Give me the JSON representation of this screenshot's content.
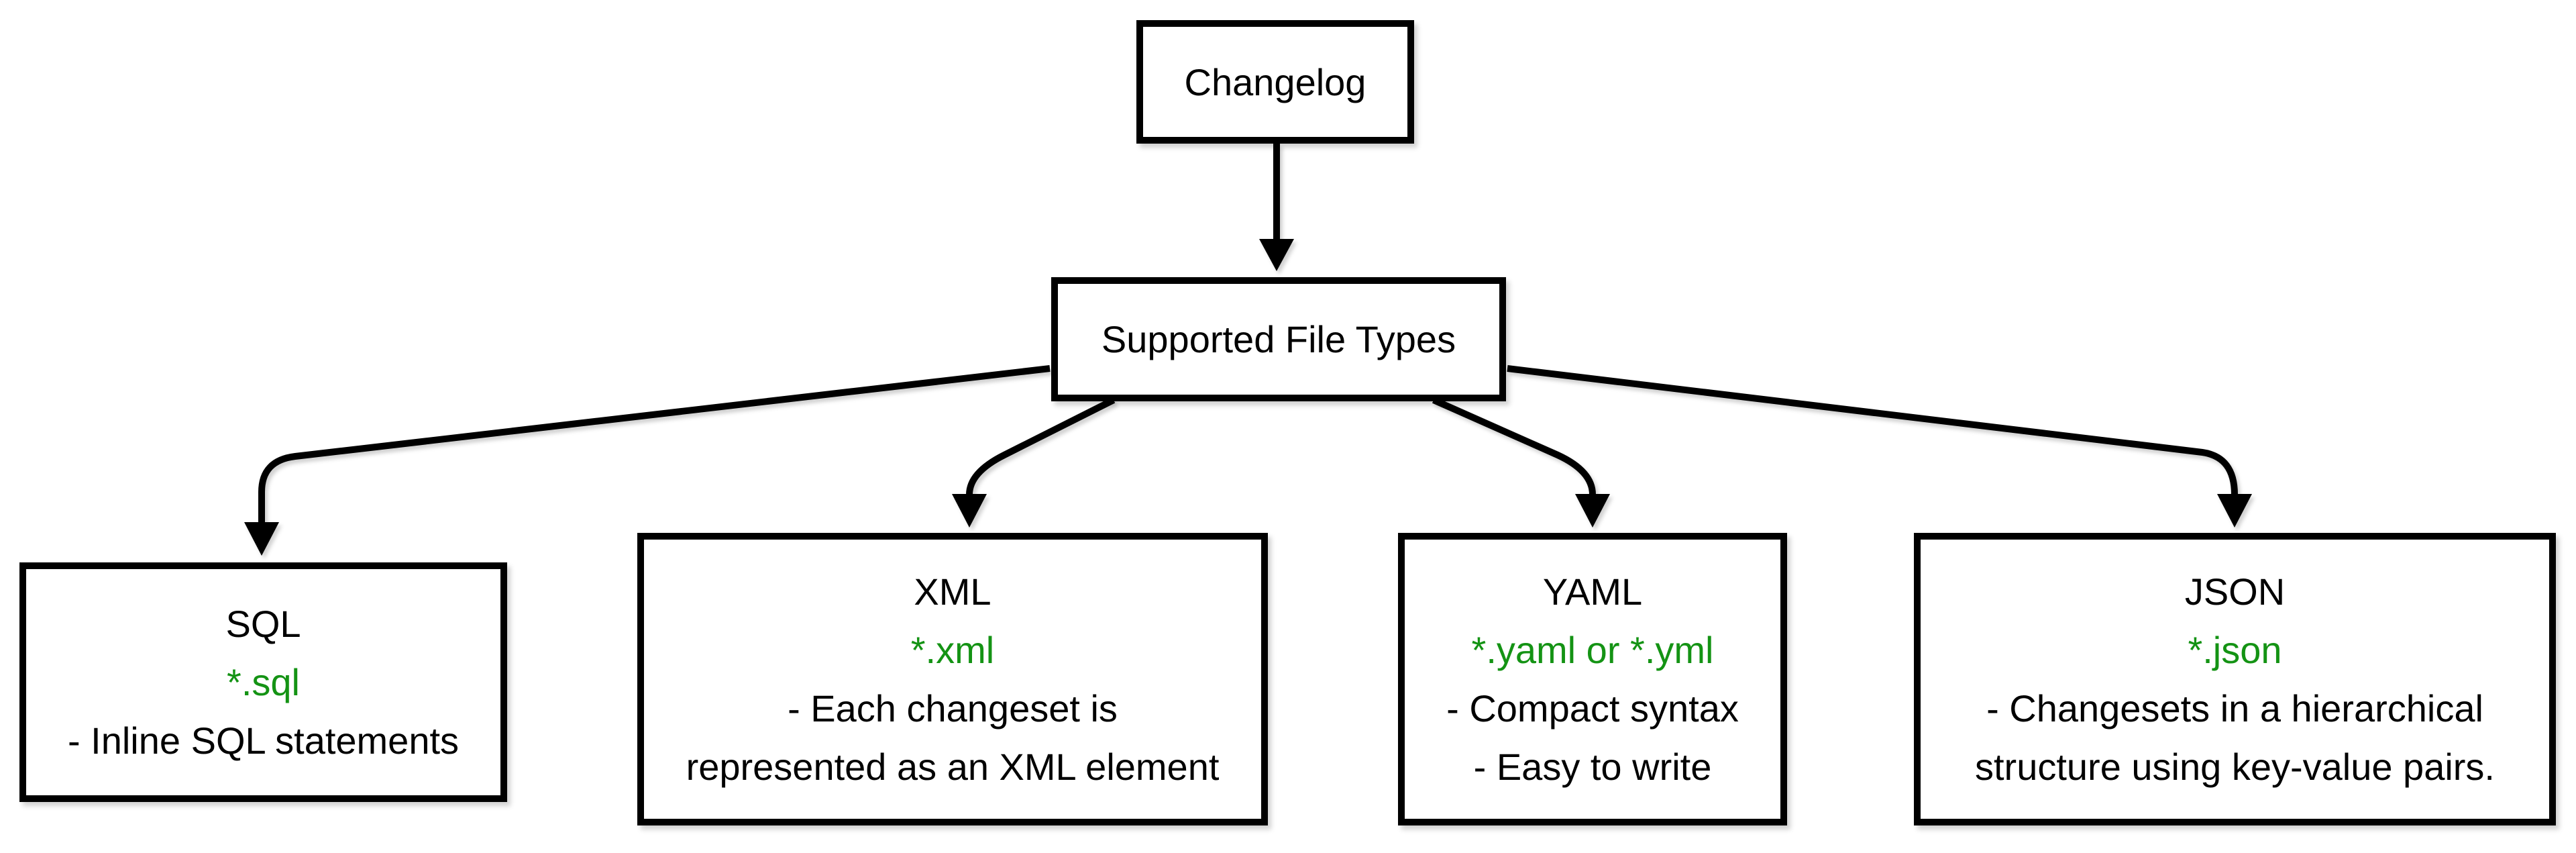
{
  "diagram": {
    "type": "flowchart",
    "colors": {
      "background": "#ffffff",
      "node_fill": "#ffffff",
      "node_border": "#000000",
      "connector": "#000000",
      "text": "#000000",
      "file_pattern_green": "#149314"
    },
    "nodes": {
      "changelog": {
        "label": "Changelog"
      },
      "supported_file_types": {
        "label": "Supported File Types"
      }
    },
    "file_types": [
      {
        "title": "SQL",
        "pattern": "*.sql",
        "notes": [
          "- Inline SQL statements"
        ]
      },
      {
        "title": "XML",
        "pattern": "*.xml",
        "notes": [
          "- Each changeset is",
          "represented as an XML element"
        ]
      },
      {
        "title": "YAML",
        "pattern": "*.yaml or *.yml",
        "notes": [
          "- Compact syntax",
          "- Easy to write"
        ]
      },
      {
        "title": "JSON",
        "pattern": "*.json",
        "notes": [
          "- Changesets in a hierarchical",
          "structure using key-value pairs."
        ]
      }
    ],
    "edges": [
      {
        "from": "Changelog",
        "to": "Supported File Types"
      },
      {
        "from": "Supported File Types",
        "to": "SQL"
      },
      {
        "from": "Supported File Types",
        "to": "XML"
      },
      {
        "from": "Supported File Types",
        "to": "YAML"
      },
      {
        "from": "Supported File Types",
        "to": "JSON"
      }
    ]
  }
}
